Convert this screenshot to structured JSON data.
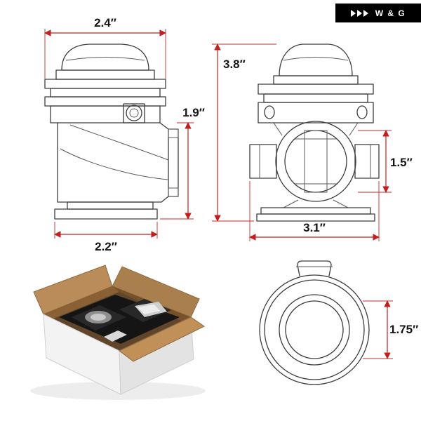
{
  "logo": {
    "text": "W & G"
  },
  "dimensions": {
    "cap_width": "2.4″",
    "overall_height": "3.8″",
    "body_height": "1.9″",
    "base_width": "2.2″",
    "valve_opening_height": "1.5″",
    "flange_width": "3.1″",
    "outlet_inner_diameter": "1.75″"
  },
  "colors": {
    "dimension_red": "#c41e1e",
    "drawing_line": "#3c3c3c",
    "cardboard_tan": "#b98c5a",
    "foam_black": "#151515",
    "badge_background": "#000000"
  }
}
